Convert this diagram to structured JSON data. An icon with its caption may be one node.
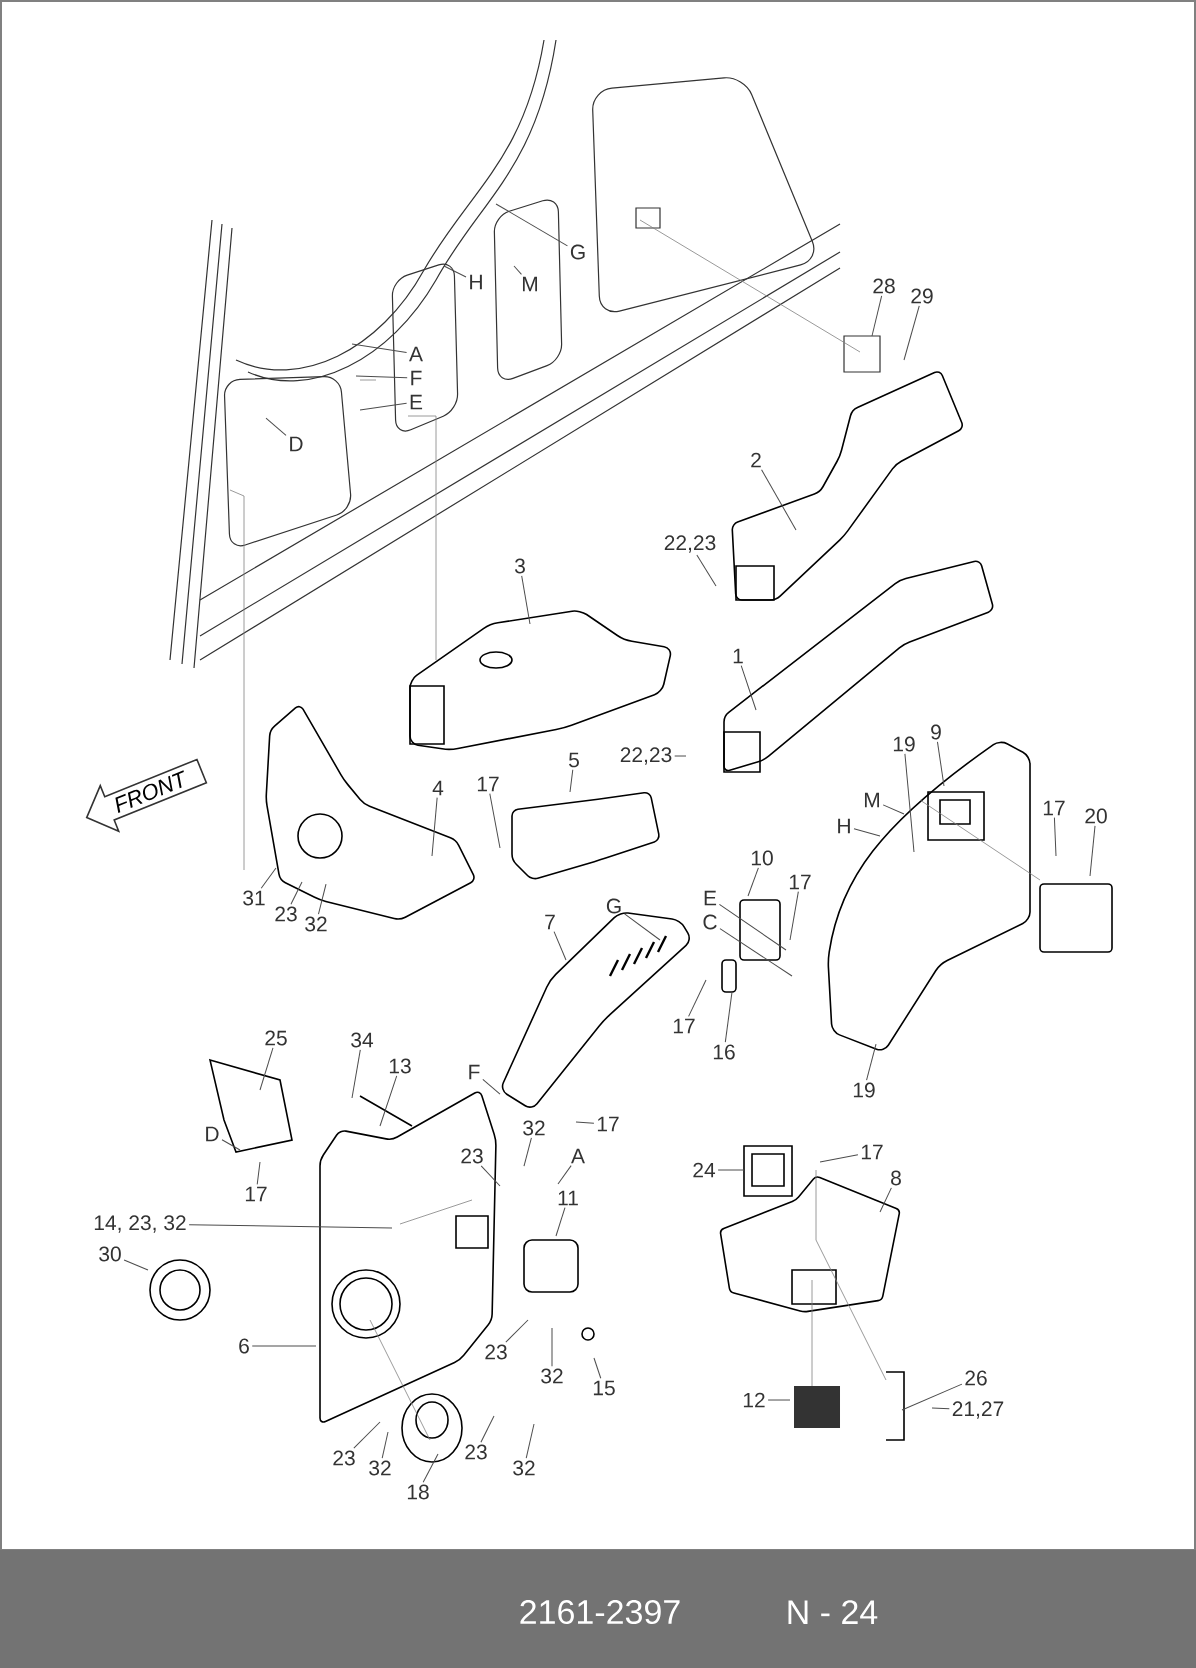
{
  "diagram": {
    "nodes": [
      {
        "text": [
          "G"
        ]
      },
      {
        "text": [
          "H"
        ]
      },
      {
        "text": [
          "M"
        ]
      },
      {
        "text": [
          "A"
        ]
      },
      {
        "text": [
          "F"
        ]
      },
      {
        "text": [
          "E"
        ]
      },
      {
        "text": [
          "D"
        ]
      },
      {
        "text": [
          "28"
        ]
      },
      {
        "text": [
          "29"
        ]
      },
      {
        "text": [
          "2"
        ]
      },
      {
        "text": [
          "22,23"
        ]
      },
      {
        "text": [
          "3"
        ]
      },
      {
        "text": [
          "1"
        ]
      },
      {
        "text": [
          "22,23"
        ]
      },
      {
        "text": [
          "5"
        ]
      },
      {
        "text": [
          "19"
        ]
      },
      {
        "text": [
          "9"
        ]
      },
      {
        "text": [
          "M"
        ]
      },
      {
        "text": [
          "H"
        ]
      },
      {
        "text": [
          "17"
        ]
      },
      {
        "text": [
          "20"
        ]
      },
      {
        "text": [
          "4"
        ]
      },
      {
        "text": [
          "17"
        ]
      },
      {
        "text": [
          "31"
        ]
      },
      {
        "text": [
          "23"
        ]
      },
      {
        "text": [
          "32"
        ]
      },
      {
        "text": [
          "7"
        ]
      },
      {
        "text": [
          "G"
        ]
      },
      {
        "text": [
          "10"
        ]
      },
      {
        "text": [
          "17"
        ]
      },
      {
        "text": [
          "E"
        ]
      },
      {
        "text": [
          "C"
        ]
      },
      {
        "text": [
          "16"
        ]
      },
      {
        "text": [
          "17"
        ]
      },
      {
        "text": [
          "19"
        ]
      },
      {
        "text": [
          "F"
        ]
      },
      {
        "text": [
          "17"
        ]
      },
      {
        "text": [
          "25"
        ]
      },
      {
        "text": [
          "34"
        ]
      },
      {
        "text": [
          "13"
        ]
      },
      {
        "text": [
          "D"
        ]
      },
      {
        "text": [
          "17"
        ]
      },
      {
        "text": [
          "23"
        ]
      },
      {
        "text": [
          "32"
        ]
      },
      {
        "text": [
          "A"
        ]
      },
      {
        "text": [
          "11"
        ]
      },
      {
        "text": [
          "14, 23, 32"
        ]
      },
      {
        "text": [
          "30"
        ]
      },
      {
        "text": [
          "6"
        ]
      },
      {
        "text": [
          "23"
        ]
      },
      {
        "text": [
          "32"
        ]
      },
      {
        "text": [
          "15"
        ]
      },
      {
        "text": [
          "23"
        ]
      },
      {
        "text": [
          "32"
        ]
      },
      {
        "text": [
          "23"
        ]
      },
      {
        "text": [
          "32"
        ]
      },
      {
        "text": [
          "18"
        ]
      },
      {
        "text": [
          "24"
        ]
      },
      {
        "text": [
          "17"
        ]
      },
      {
        "text": [
          "8"
        ]
      },
      {
        "text": [
          "12"
        ]
      },
      {
        "text": [
          "26"
        ]
      },
      {
        "text": [
          "21,27"
        ]
      },
      {
        "text": [
          "FRONT"
        ]
      },
      {
        "text": [
          "2161-2397",
          "N - 24"
        ]
      }
    ],
    "edges": [
      {
        "from": 0,
        "to": null,
        "arrow": "none"
      },
      {
        "from": 1,
        "to": null,
        "arrow": "none"
      },
      {
        "from": 2,
        "to": null,
        "arrow": "none"
      },
      {
        "from": 3,
        "to": null,
        "arrow": "none"
      },
      {
        "from": 4,
        "to": null,
        "arrow": "none"
      },
      {
        "from": 5,
        "to": null,
        "arrow": "none"
      },
      {
        "from": 6,
        "to": null,
        "arrow": "none"
      },
      {
        "from": 7,
        "to": null,
        "arrow": "none"
      },
      {
        "from": 8,
        "to": null,
        "arrow": "none"
      },
      {
        "from": 9,
        "to": null,
        "arrow": "none"
      },
      {
        "from": 10,
        "to": null,
        "arrow": "none"
      },
      {
        "from": 11,
        "to": null,
        "arrow": "none"
      },
      {
        "from": 12,
        "to": null,
        "arrow": "none"
      },
      {
        "from": 13,
        "to": null,
        "arrow": "none"
      },
      {
        "from": 14,
        "to": null,
        "arrow": "none"
      },
      {
        "from": 15,
        "to": null,
        "arrow": "none"
      },
      {
        "from": 16,
        "to": null,
        "arrow": "none"
      },
      {
        "from": 17,
        "to": null,
        "arrow": "none"
      },
      {
        "from": 18,
        "to": null,
        "arrow": "none"
      },
      {
        "from": 19,
        "to": null,
        "arrow": "none"
      },
      {
        "from": 20,
        "to": null,
        "arrow": "none"
      },
      {
        "from": 21,
        "to": null,
        "arrow": "none"
      },
      {
        "from": 22,
        "to": null,
        "arrow": "none"
      },
      {
        "from": 23,
        "to": null,
        "arrow": "none"
      },
      {
        "from": 24,
        "to": null,
        "arrow": "none"
      },
      {
        "from": 25,
        "to": null,
        "arrow": "none"
      },
      {
        "from": 26,
        "to": null,
        "arrow": "none"
      },
      {
        "from": 27,
        "to": null,
        "arrow": "none"
      },
      {
        "from": 28,
        "to": null,
        "arrow": "none"
      },
      {
        "from": 29,
        "to": null,
        "arrow": "none"
      },
      {
        "from": 30,
        "to": null,
        "arrow": "none"
      },
      {
        "from": 31,
        "to": null,
        "arrow": "none"
      },
      {
        "from": 32,
        "to": null,
        "arrow": "none"
      },
      {
        "from": 33,
        "to": null,
        "arrow": "none"
      },
      {
        "from": 34,
        "to": null,
        "arrow": "none"
      },
      {
        "from": 35,
        "to": null,
        "arrow": "none"
      },
      {
        "from": 36,
        "to": null,
        "arrow": "none"
      },
      {
        "from": 37,
        "to": null,
        "arrow": "none"
      },
      {
        "from": 38,
        "to": null,
        "arrow": "none"
      },
      {
        "from": 39,
        "to": null,
        "arrow": "none"
      },
      {
        "from": 40,
        "to": null,
        "arrow": "none"
      },
      {
        "from": 41,
        "to": null,
        "arrow": "none"
      },
      {
        "from": 42,
        "to": null,
        "arrow": "none"
      },
      {
        "from": 43,
        "to": null,
        "arrow": "none"
      },
      {
        "from": 44,
        "to": null,
        "arrow": "none"
      },
      {
        "from": 45,
        "to": null,
        "arrow": "none"
      },
      {
        "from": 46,
        "to": null,
        "arrow": "none"
      },
      {
        "from": 47,
        "to": null,
        "arrow": "none"
      },
      {
        "from": 48,
        "to": null,
        "arrow": "none"
      },
      {
        "from": 49,
        "to": null,
        "arrow": "none"
      },
      {
        "from": 50,
        "to": null,
        "arrow": "none"
      },
      {
        "from": 51,
        "to": null,
        "arrow": "none"
      },
      {
        "from": 52,
        "to": null,
        "arrow": "none"
      },
      {
        "from": 53,
        "to": null,
        "arrow": "none"
      },
      {
        "from": 54,
        "to": null,
        "arrow": "none"
      },
      {
        "from": 55,
        "to": null,
        "arrow": "none"
      },
      {
        "from": 56,
        "to": null,
        "arrow": "none"
      },
      {
        "from": 57,
        "to": null,
        "arrow": "none"
      },
      {
        "from": 58,
        "to": null,
        "arrow": "none"
      },
      {
        "from": 59,
        "to": null,
        "arrow": "none"
      },
      {
        "from": 60,
        "to": null,
        "arrow": "none"
      },
      {
        "from": 61,
        "to": null,
        "arrow": "none"
      },
      {
        "from": 62,
        "to": null,
        "arrow": "none"
      }
    ]
  }
}
